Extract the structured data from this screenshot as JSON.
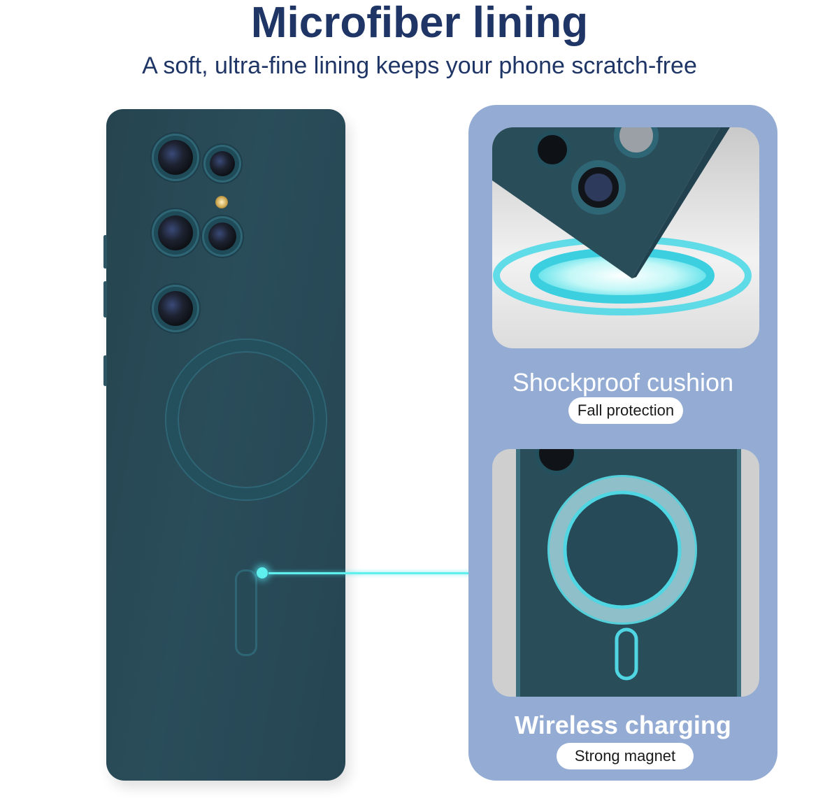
{
  "header": {
    "title": "Microfiber lining",
    "subtitle": "A soft, ultra-fine lining keeps your phone scratch-free"
  },
  "features": [
    {
      "title": "Shockproof cushion",
      "badge": "Fall protection"
    },
    {
      "title": "Wireless charging",
      "badge": "Strong magnet"
    }
  ],
  "colors": {
    "title_navy": "#1e3566",
    "case_teal": "#2a4d5a",
    "panel_blue": "#94acd4",
    "glow_cyan": "#5ff0ee"
  }
}
